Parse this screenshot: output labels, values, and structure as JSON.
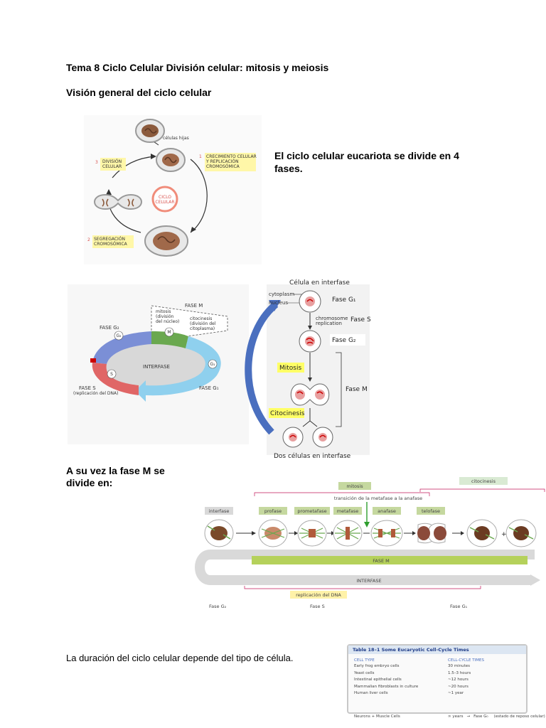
{
  "doc": {
    "title": "Tema 8 Ciclo Celular División celular: mitosis y meiosis",
    "subtitle": "Visión general del ciclo celular",
    "intro_text": "El ciclo celular eucariota se divide en 4 fases.",
    "m_phase_text": "A su vez la fase M se divide en:",
    "duration_text": "La duración del ciclo celular depende del tipo de célula."
  },
  "figure1": {
    "daughter_cells": "células hijas",
    "step1_num": "1",
    "step1_line1": "CRECIMIENTO CELULAR",
    "step1_line2": "Y REPLICACIÓN",
    "step1_line3": "CROMOSÓMICA",
    "step2_num": "2",
    "step2_line1": "SEGREGACIÓN",
    "step2_line2": "CROMOSÓMICA",
    "step3_num": "3",
    "step3_line1": "DIVISIÓN",
    "step3_line2": "CELULAR",
    "center_line1": "CICLO",
    "center_line2": "CELULAR"
  },
  "figure2": {
    "fase_m": "FASE M",
    "mitosis_line1": "mitosis",
    "mitosis_line2": "(división",
    "mitosis_line3": "del núcleo)",
    "cito_line1": "citocinesis",
    "cito_line2": "(división del",
    "cito_line3": "citoplasma)",
    "fase_g2": "FASE G₂",
    "interfase": "INTERFASE",
    "fase_s_line1": "FASE S",
    "fase_s_line2": "(replicación del DNA)",
    "fase_g1": "FASE G₁",
    "badge_g2": "G₂",
    "badge_m": "M",
    "badge_s": "S",
    "badge_g1": "G₁"
  },
  "figure3": {
    "top_title": "Célula en interfase",
    "cytoplasm": "cytoplasm",
    "nucleus": "nucleus",
    "fase_g1": "Fase G₁",
    "chrom_line1": "chromosome",
    "chrom_line2": "replication",
    "fase_s": "Fase S",
    "fase_g2": "Fase G₂",
    "mitosis": "Mitosis",
    "fase_m": "Fase M",
    "citocinesis": "Citocinesis",
    "bottom_title": "Dos células en interfase"
  },
  "figure4": {
    "citocinesis": "citocinesis",
    "mitosis": "mitosis",
    "transition": "transición de la metafase a la anafase",
    "stages": [
      "interfase",
      "profase",
      "prometafase",
      "metafase",
      "anafase",
      "telofase"
    ],
    "fase_m_bar": "FASE M",
    "interfase_bar": "INTERFASE",
    "replication": "replicación del DNA",
    "phase_g2": "Fase G₂",
    "phase_s": "Fase S",
    "phase_g1": "Fase G₁"
  },
  "table": {
    "title": "Table 18–1 Some Eucaryotic Cell-Cycle Times",
    "header_type": "CELL TYPE",
    "header_time": "CELL-CYCLE TIMES",
    "rows": [
      {
        "type": "Early frog embryo cells",
        "time": "30 minutes"
      },
      {
        "type": "Yeast cells",
        "time": "1.5–3 hours"
      },
      {
        "type": "Intestinal epithelial cells",
        "time": "~12 hours"
      },
      {
        "type": "Mammalian fibroblasts in culture",
        "time": "~20 hours"
      },
      {
        "type": "Human liver cells",
        "time": "~1 year"
      }
    ],
    "footer_type": "Neurons + Muscle Cells",
    "footer_time": "∞ years",
    "footer_arrow": "→",
    "footer_phase": "Fase G₀",
    "footer_note": "(estado de reposo celular)"
  }
}
